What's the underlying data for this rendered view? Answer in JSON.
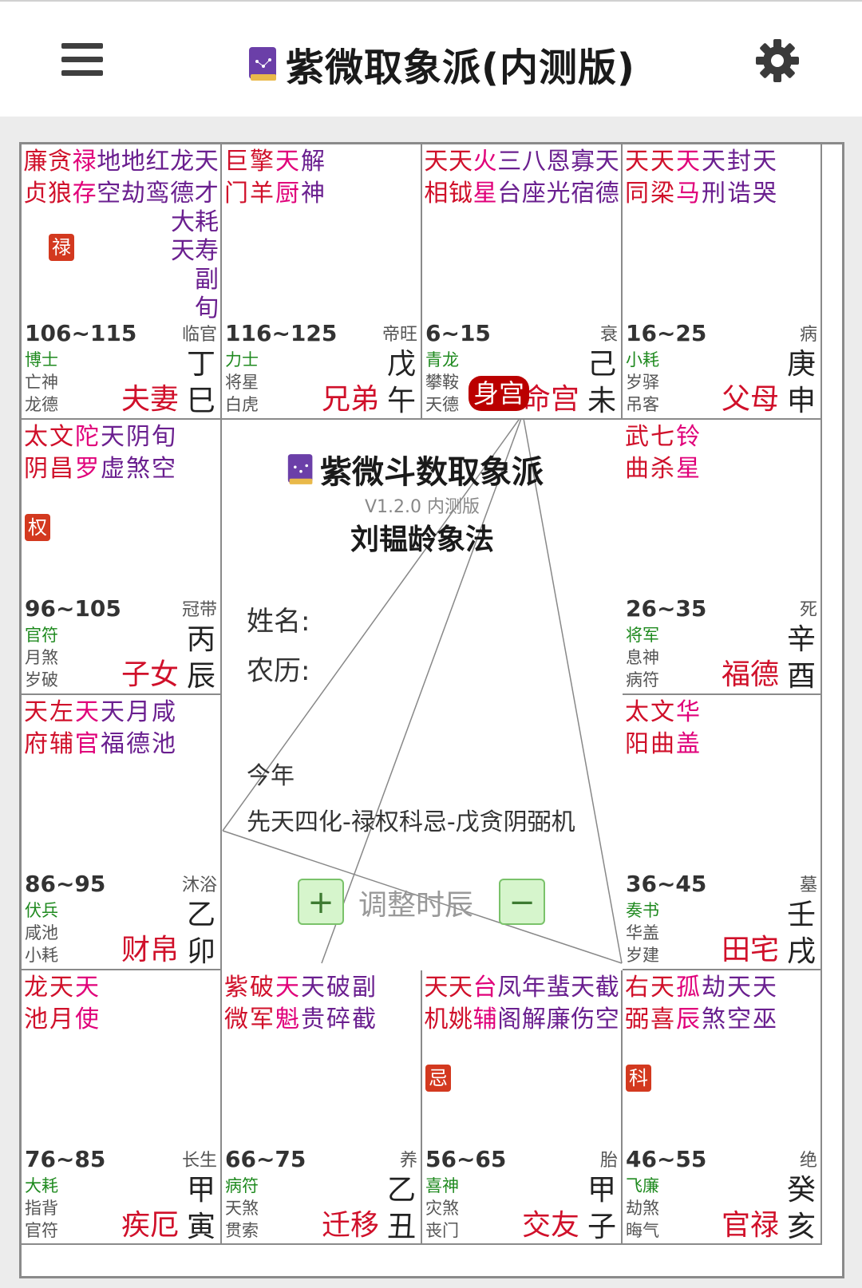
{
  "header": {
    "title": "紫微取象派(内测版)"
  },
  "center": {
    "title": "紫微斗数取象派",
    "version": "V1.2.0 内测版",
    "method": "刘韫龄象法",
    "name_label": "姓名:",
    "lunar_label": "农历:",
    "year_label": "今年",
    "sihua": "先天四化-禄权科忌-戊贪阴弼机",
    "adjust_label": "调整时辰",
    "plus": "+",
    "minus": "−"
  },
  "shen_tag": "身宫",
  "cells": [
    {
      "id": "si",
      "stars": [
        [
          "廉",
          "贞"
        ],
        [
          "贪",
          "狼"
        ],
        [
          "禄",
          "存"
        ],
        [
          "地",
          "空"
        ],
        [
          "地",
          "劫"
        ],
        [
          "红",
          "鸾"
        ],
        [
          "龙",
          "德"
        ],
        [
          "天",
          "才"
        ]
      ],
      "extra": [
        [
          "大",
          "耗"
        ],
        [
          "天",
          "寿"
        ],
        [
          "副"
        ],
        [
          "旬"
        ]
      ],
      "tag": "禄",
      "range": "106~115",
      "stage": "临官",
      "g1": "博士",
      "g2": "亡神",
      "g3": "龙德",
      "palace": "夫妻",
      "stem": "丁",
      "branch": "巳"
    },
    {
      "id": "wu",
      "stars": [
        [
          "巨",
          "门"
        ],
        [
          "擎",
          "羊"
        ],
        [
          "天",
          "厨"
        ],
        [
          "解",
          "神"
        ]
      ],
      "tag": "",
      "range": "116~125",
      "stage": "帝旺",
      "g1": "力士",
      "g2": "将星",
      "g3": "白虎",
      "palace": "兄弟",
      "stem": "戊",
      "branch": "午"
    },
    {
      "id": "wei",
      "stars": [
        [
          "天",
          "相"
        ],
        [
          "天",
          "钺"
        ],
        [
          "火",
          "星"
        ],
        [
          "三",
          "台"
        ],
        [
          "八",
          "座"
        ],
        [
          "恩",
          "光"
        ],
        [
          "寡",
          "宿"
        ],
        [
          "天",
          "德"
        ]
      ],
      "tag": "",
      "range": "6~15",
      "stage": "衰",
      "g1": "青龙",
      "g2": "攀鞍",
      "g3": "天德",
      "palace": "命宫",
      "stem": "己",
      "branch": "未"
    },
    {
      "id": "shen",
      "stars": [
        [
          "天",
          "同"
        ],
        [
          "天",
          "梁"
        ],
        [
          "天",
          "马"
        ],
        [
          "天",
          "刑"
        ],
        [
          "封",
          "诰"
        ],
        [
          "天",
          "哭"
        ]
      ],
      "tag": "",
      "range": "16~25",
      "stage": "病",
      "g1": "小耗",
      "g2": "岁驿",
      "g3": "吊客",
      "palace": "父母",
      "stem": "庚",
      "branch": "申"
    },
    {
      "id": "chen",
      "stars": [
        [
          "太",
          "阴"
        ],
        [
          "文",
          "昌"
        ],
        [
          "陀",
          "罗"
        ],
        [
          "天",
          "虚"
        ],
        [
          "阴",
          "煞"
        ],
        [
          "旬",
          "空"
        ]
      ],
      "tag": "权",
      "range": "96~105",
      "stage": "冠带",
      "g1": "官符",
      "g2": "月煞",
      "g3": "岁破",
      "palace": "子女",
      "stem": "丙",
      "branch": "辰"
    },
    {
      "id": "you",
      "stars": [
        [
          "武",
          "曲"
        ],
        [
          "七",
          "杀"
        ],
        [
          "铃",
          "星"
        ]
      ],
      "tag": "",
      "range": "26~35",
      "stage": "死",
      "g1": "将军",
      "g2": "息神",
      "g3": "病符",
      "palace": "福德",
      "stem": "辛",
      "branch": "酉"
    },
    {
      "id": "mao",
      "stars": [
        [
          "天",
          "府"
        ],
        [
          "左",
          "辅"
        ],
        [
          "天",
          "官"
        ],
        [
          "天",
          "福"
        ],
        [
          "月",
          "德"
        ],
        [
          "咸",
          "池"
        ]
      ],
      "tag": "",
      "range": "86~95",
      "stage": "沐浴",
      "g1": "伏兵",
      "g2": "咸池",
      "g3": "小耗",
      "palace": "财帛",
      "stem": "乙",
      "branch": "卯"
    },
    {
      "id": "xu",
      "stars": [
        [
          "太",
          "阳"
        ],
        [
          "文",
          "曲"
        ],
        [
          "华",
          "盖"
        ]
      ],
      "tag": "",
      "range": "36~45",
      "stage": "墓",
      "g1": "奏书",
      "g2": "华盖",
      "g3": "岁建",
      "palace": "田宅",
      "stem": "壬",
      "branch": "戌"
    },
    {
      "id": "yin",
      "stars": [
        [
          "龙",
          "池"
        ],
        [
          "天",
          "月"
        ],
        [
          "天",
          "使"
        ]
      ],
      "tag": "",
      "range": "76~85",
      "stage": "长生",
      "g1": "大耗",
      "g2": "指背",
      "g3": "官符",
      "palace": "疾厄",
      "stem": "甲",
      "branch": "寅"
    },
    {
      "id": "chou",
      "stars": [
        [
          "紫",
          "微"
        ],
        [
          "破",
          "军"
        ],
        [
          "天",
          "魁"
        ],
        [
          "天",
          "贵"
        ],
        [
          "破",
          "碎"
        ],
        [
          "副",
          "截"
        ]
      ],
      "tag": "",
      "range": "66~75",
      "stage": "养",
      "g1": "病符",
      "g2": "天煞",
      "g3": "贯索",
      "palace": "迁移",
      "stem": "乙",
      "branch": "丑"
    },
    {
      "id": "zi",
      "stars": [
        [
          "天",
          "机"
        ],
        [
          "天",
          "姚"
        ],
        [
          "台",
          "辅"
        ],
        [
          "凤",
          "阁"
        ],
        [
          "年",
          "解"
        ],
        [
          "蜚",
          "廉"
        ],
        [
          "天",
          "伤"
        ],
        [
          "截",
          "空"
        ]
      ],
      "tag": "忌",
      "range": "56~65",
      "stage": "胎",
      "g1": "喜神",
      "g2": "灾煞",
      "g3": "丧门",
      "palace": "交友",
      "stem": "甲",
      "branch": "子"
    },
    {
      "id": "hai",
      "stars": [
        [
          "右",
          "弼"
        ],
        [
          "天",
          "喜"
        ],
        [
          "孤",
          "辰"
        ],
        [
          "劫",
          "煞"
        ],
        [
          "天",
          "空"
        ],
        [
          "天",
          "巫"
        ]
      ],
      "tag": "科",
      "range": "46~55",
      "stage": "绝",
      "g1": "飞廉",
      "g2": "劫煞",
      "g3": "晦气",
      "palace": "官禄",
      "stem": "癸",
      "branch": "亥"
    }
  ],
  "colors": {
    "main_star": "#d0102a",
    "aux_star": "#e0007a",
    "minor_star": "#6a1f8f",
    "other_star": "#222222",
    "mutagen_bg": "#d3391f"
  }
}
